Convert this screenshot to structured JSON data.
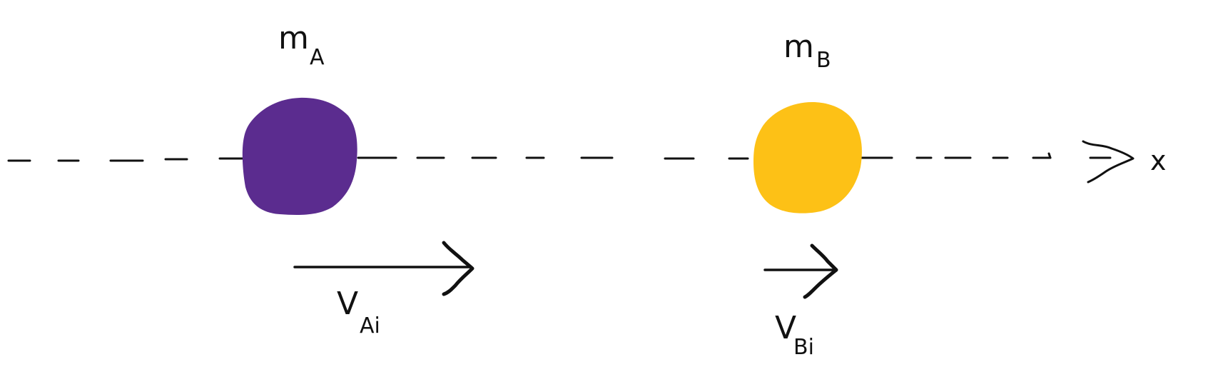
{
  "labels": {
    "mass_a": {
      "main": "m",
      "sub": "A"
    },
    "mass_b": {
      "main": "m",
      "sub": "B"
    },
    "velocity_a": {
      "main": "V",
      "sub": "Ai"
    },
    "velocity_b": {
      "main": "V",
      "sub": "Bi"
    },
    "axis": "x"
  },
  "colors": {
    "mass_a": "#5B2C8F",
    "mass_b": "#FDC116",
    "ink": "#111111",
    "background": "#FFFFFF"
  },
  "icons": {
    "axis_arrow": "open-arrowhead-icon",
    "velocity_arrow": "arrow-right-icon"
  }
}
